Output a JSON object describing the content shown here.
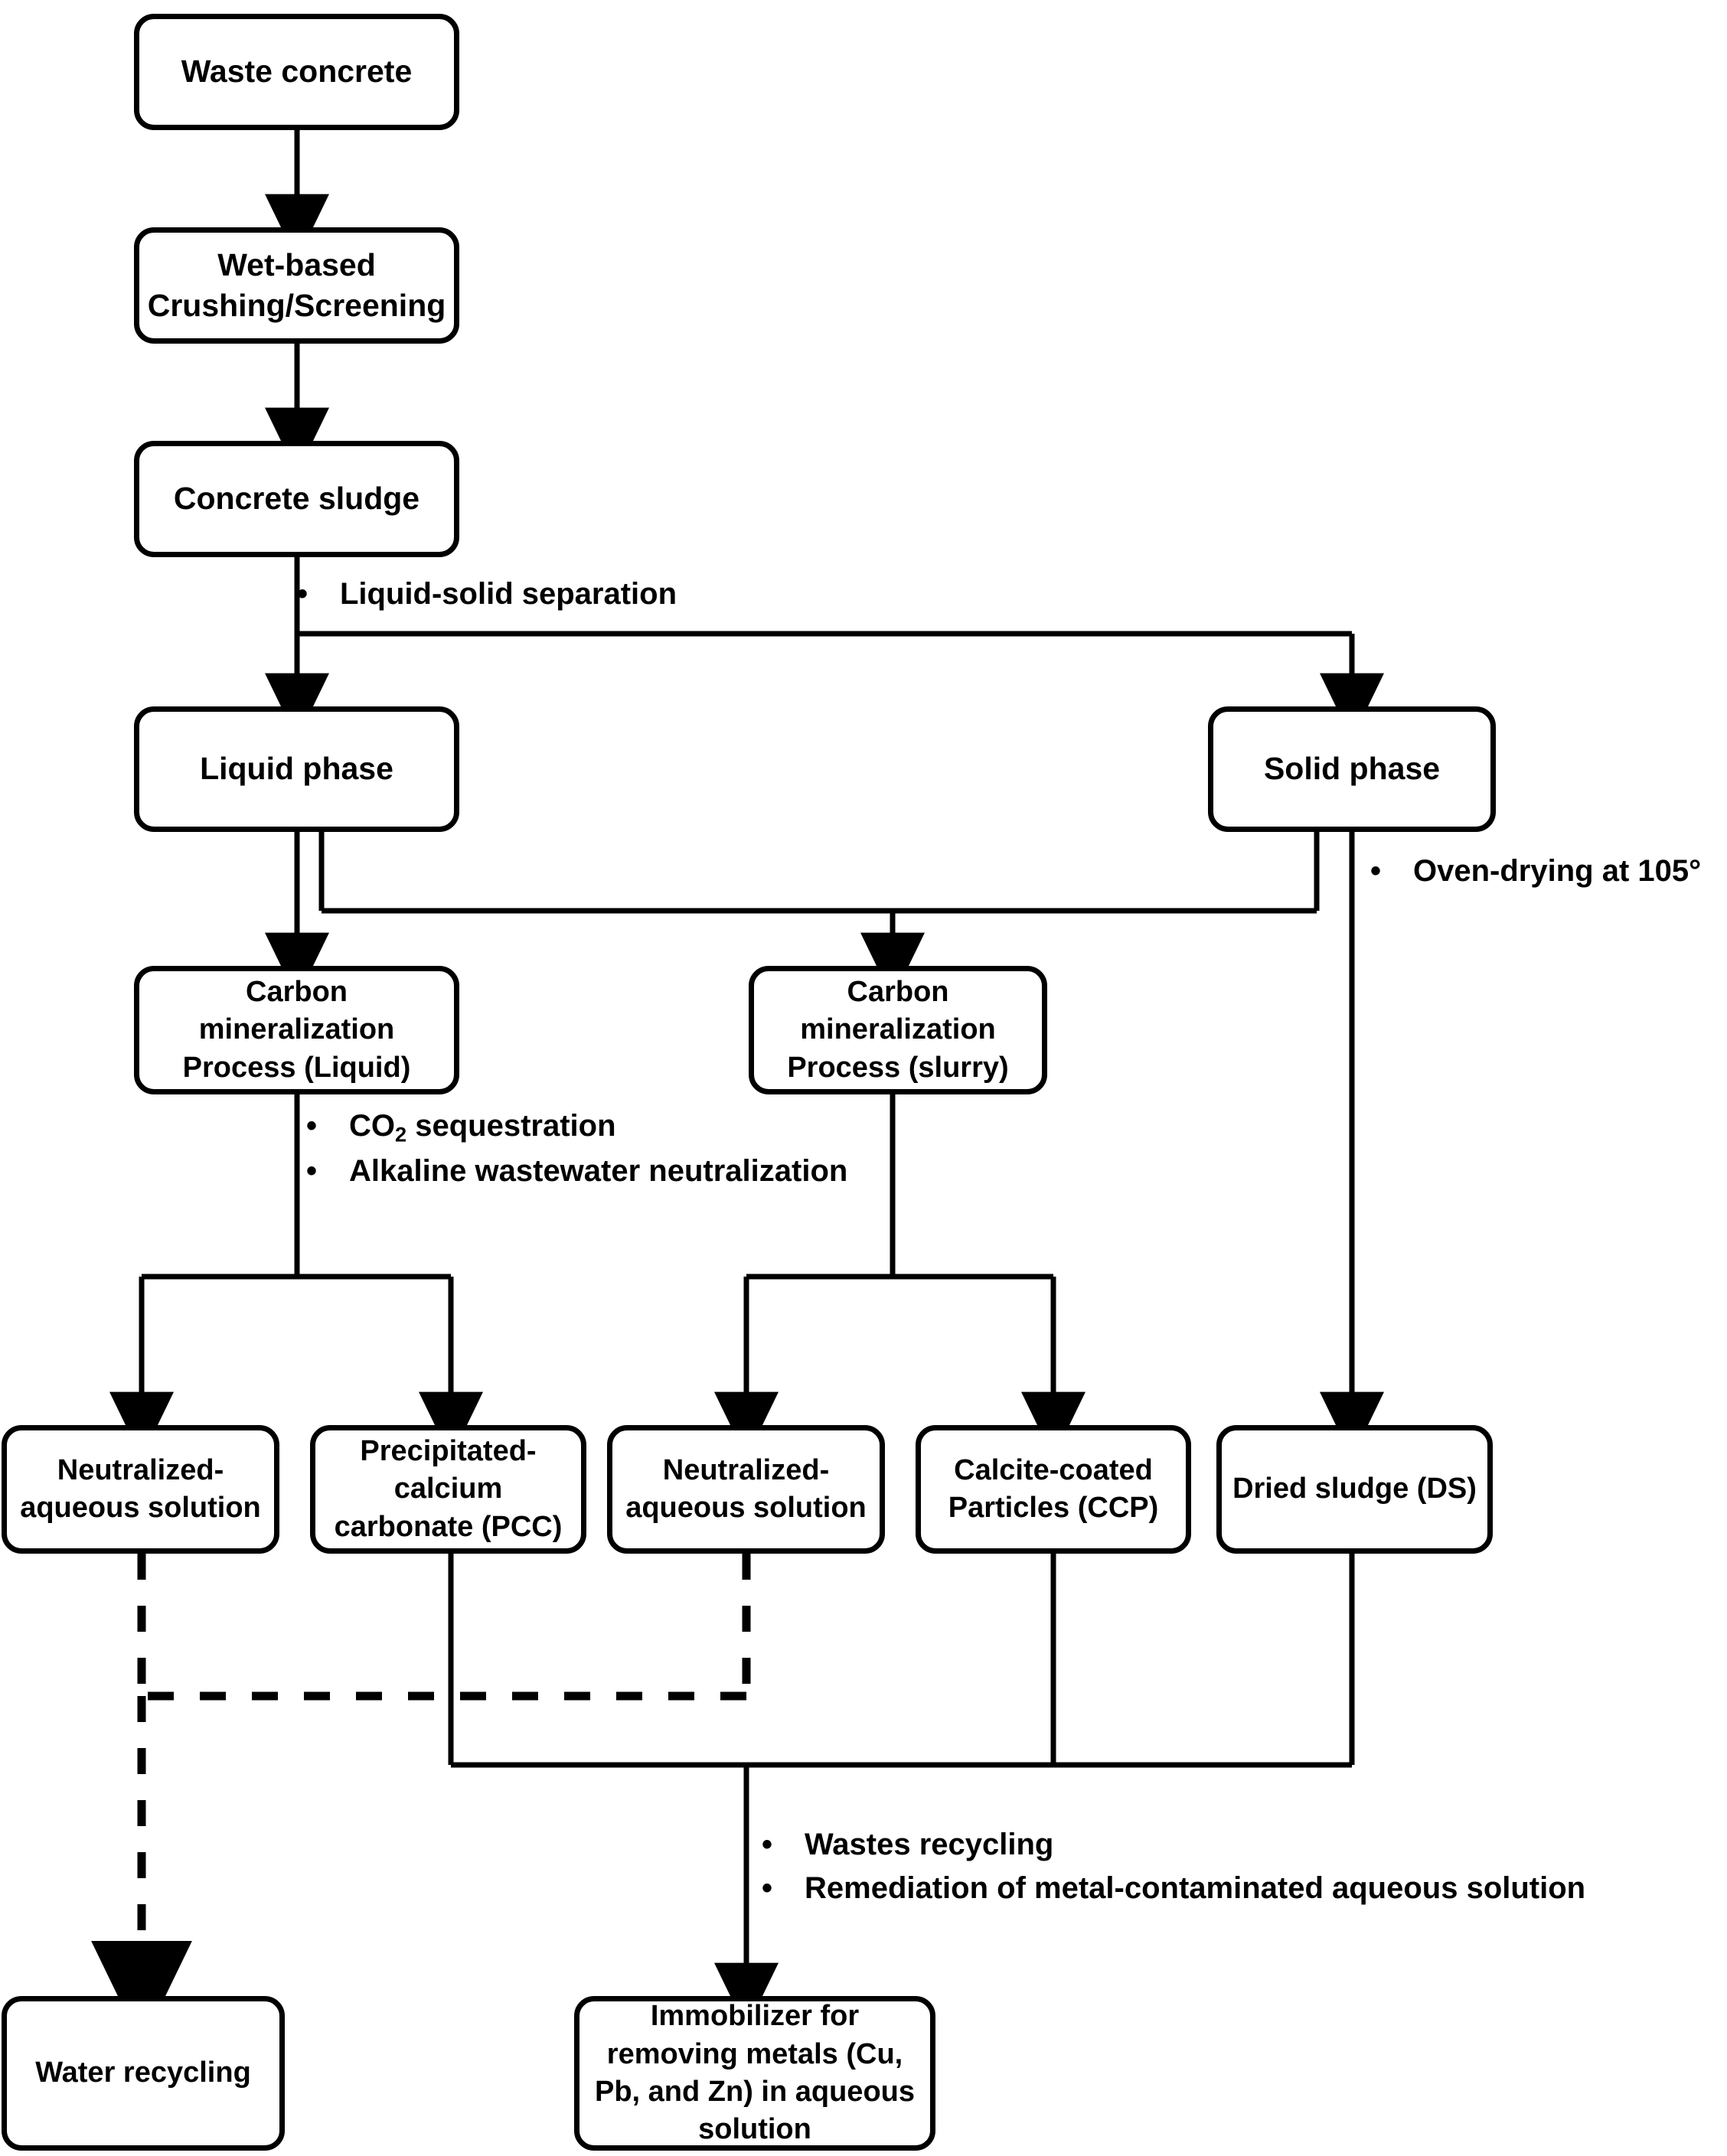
{
  "diagram": {
    "title": "Waste concrete carbon mineralization process flow",
    "line_color": "#000000",
    "box_fill": "#ffffff",
    "nodes": {
      "waste_concrete": "Waste concrete",
      "wet_based_l1": "Wet-based",
      "wet_based_l2": "Crushing/Screening",
      "concrete_sludge": "Concrete sludge",
      "liquid_phase": "Liquid phase",
      "solid_phase": "Solid phase",
      "cm_liquid_l1": "Carbon",
      "cm_liquid_l2": "mineralization",
      "cm_liquid_l3": "Process (Liquid)",
      "cm_slurry_l1": "Carbon",
      "cm_slurry_l2": "mineralization",
      "cm_slurry_l3": "Process (slurry)",
      "neutralized_1_l1": "Neutralized-",
      "neutralized_1_l2": "aqueous",
      "neutralized_1_l3": "solution",
      "pcc_l1": "Precipitated-",
      "pcc_l2": "calcium",
      "pcc_l3": "carbonate",
      "pcc_l4": "(PCC)",
      "neutralized_2_l1": "Neutralized-",
      "neutralized_2_l2": "aqueous",
      "neutralized_2_l3": "solution",
      "ccp_l1": "Calcite-coated",
      "ccp_l2": "Particles",
      "ccp_l3": "(CCP)",
      "ds_l1": "Dried sludge",
      "ds_l2": "(DS)",
      "water_recycling_l1": "Water",
      "water_recycling_l2": "recycling",
      "immobilizer_l1": "Immobilizer for",
      "immobilizer_l2": "removing metals",
      "immobilizer_l3": "(Cu, Pb, and Zn)",
      "immobilizer_l4": "in aqueous solution"
    },
    "annotations": {
      "liquid_solid_separation": "Liquid-solid separation",
      "oven_drying": "Oven-drying at 105°",
      "co2_sequestration_pre": "CO",
      "co2_sequestration_sub": "2",
      "co2_sequestration_post": " sequestration",
      "alkaline_neutralization": "Alkaline wastewater neutralization",
      "wastes_recycling": "Wastes recycling",
      "remediation": "Remediation of metal-contaminated aqueous solution",
      "bullet": "•"
    }
  }
}
